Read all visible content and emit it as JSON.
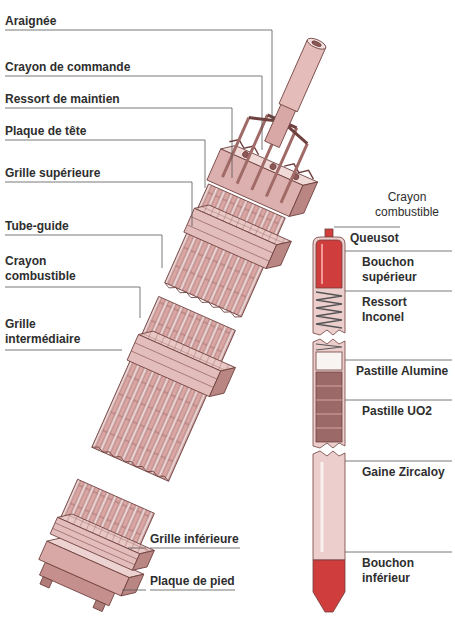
{
  "diagram": {
    "labels": [
      "Araignée",
      "Crayon de commande",
      "Ressort de maintien",
      "Plaque de tête",
      "Grille supérieure",
      "Tube-guide",
      "Crayon combustible",
      "Grille intermédiaire",
      "Grille inférieure",
      "Plaque de pied",
      "Crayon combustible",
      "Queusot",
      "Bouchon supérieur",
      "Ressort Inconel",
      "Pastille Alumine",
      "Pastille UO2",
      "Gaine Zircaloy",
      "Bouchon inférieur"
    ]
  }
}
